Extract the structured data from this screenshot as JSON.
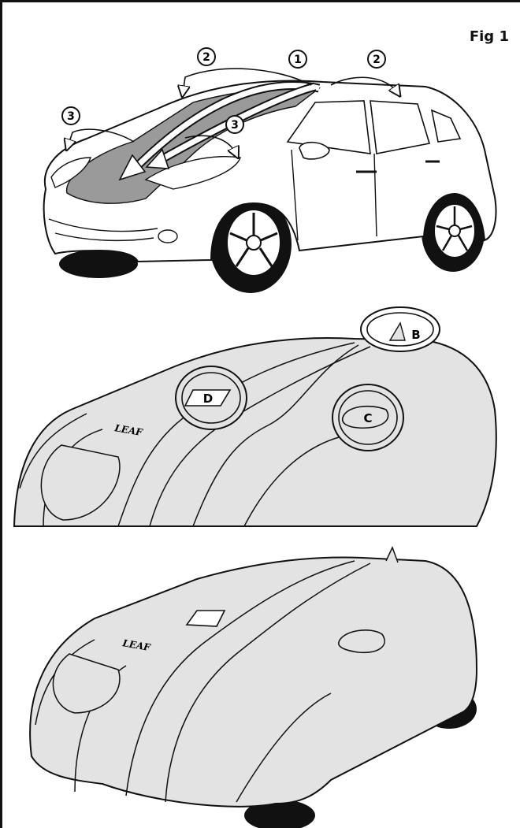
{
  "figure": {
    "label": "Fig 1"
  },
  "steps": {
    "one": "1",
    "two": "2",
    "three": "3"
  },
  "callouts": {
    "b": "B",
    "c": "C",
    "d": "D"
  },
  "cover_brand": "LEAF",
  "colors": {
    "outline": "#111111",
    "cover_fill": "#e3e3e3",
    "hood_shade": "#9a9a9a",
    "tire": "#111111",
    "background": "#ffffff"
  }
}
